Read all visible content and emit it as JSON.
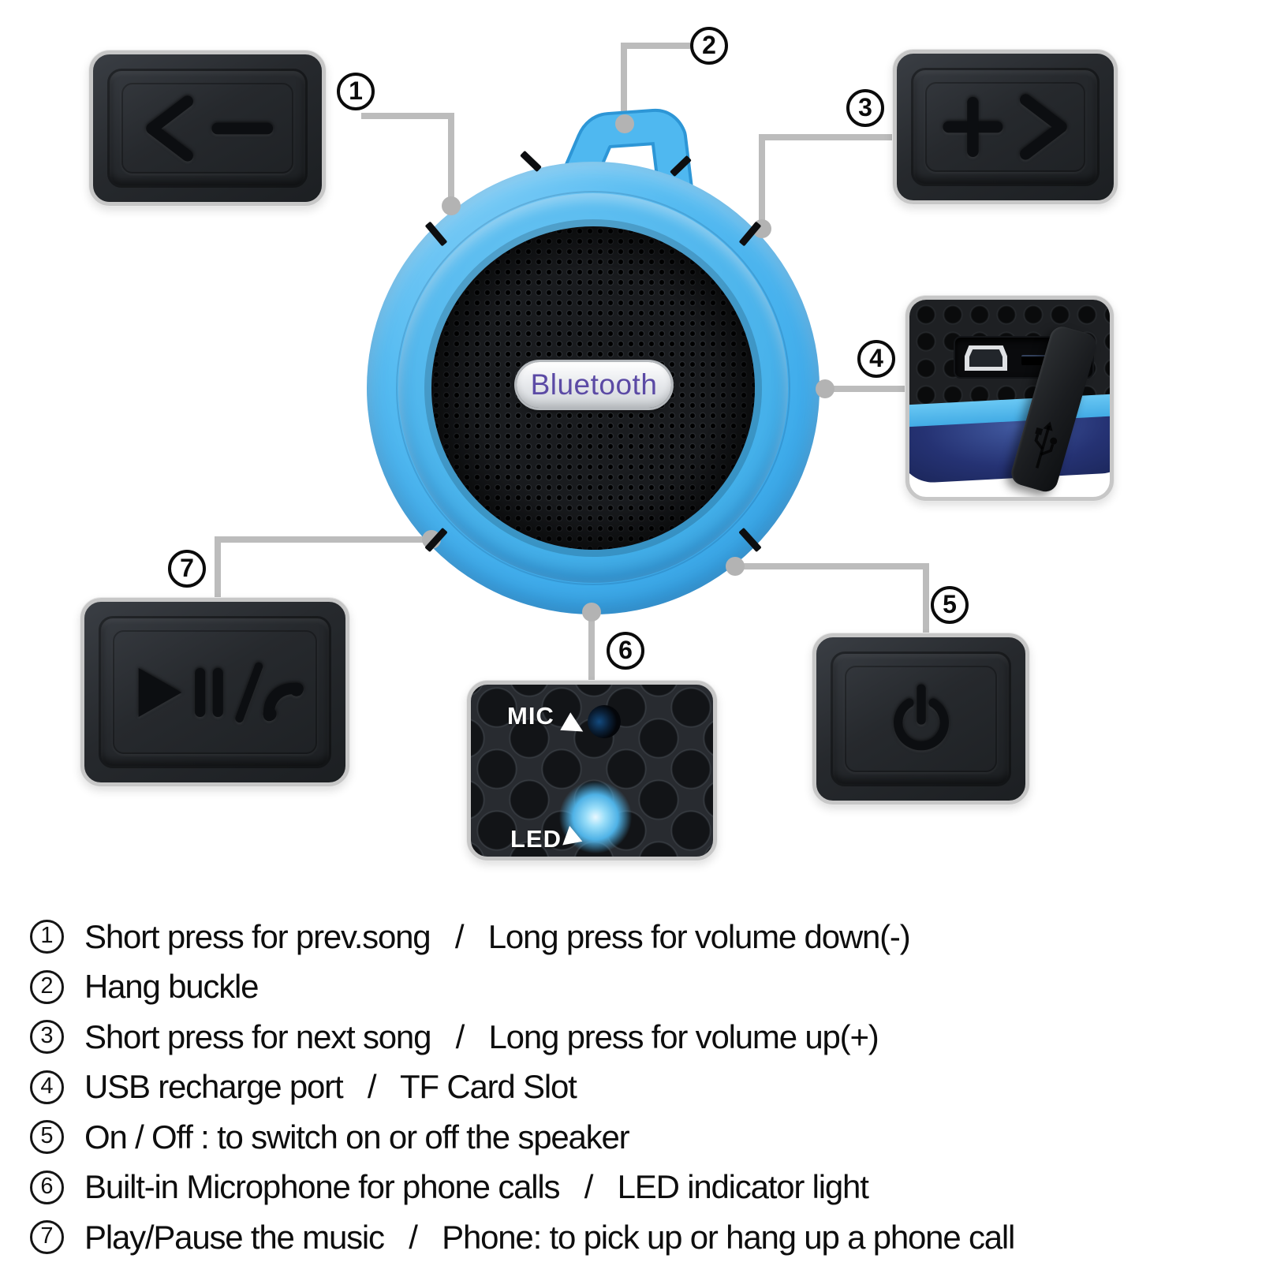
{
  "diagram": {
    "badge_label": "Bluetooth",
    "mic_label": "MIC",
    "led_label": "LED",
    "callouts": [
      {
        "number": "1"
      },
      {
        "number": "2"
      },
      {
        "number": "3"
      },
      {
        "number": "4"
      },
      {
        "number": "5"
      },
      {
        "number": "6"
      },
      {
        "number": "7"
      }
    ]
  },
  "legend": [
    {
      "number": "1",
      "text": "Short press for prev.song   /   Long press for volume down(-)"
    },
    {
      "number": "2",
      "text": "Hang buckle"
    },
    {
      "number": "3",
      "text": "Short press for next song   /   Long press for volume up(+)"
    },
    {
      "number": "4",
      "text": "USB recharge port   /   TF Card Slot"
    },
    {
      "number": "5",
      "text": "On / Off : to switch on or off the speaker"
    },
    {
      "number": "6",
      "text": "Built-in Microphone for phone calls   /   LED indicator light"
    },
    {
      "number": "7",
      "text": "Play/Pause the music   /   Phone: to pick up or hang up a phone call"
    }
  ],
  "colors": {
    "body_blue": "#49b5ef",
    "line_gray": "#bcbcbc",
    "panel_dark": "#26292d",
    "suction_navy": "#22306e",
    "led_glow": "#7fd4ff",
    "badge_text": "#5b4aa5"
  }
}
